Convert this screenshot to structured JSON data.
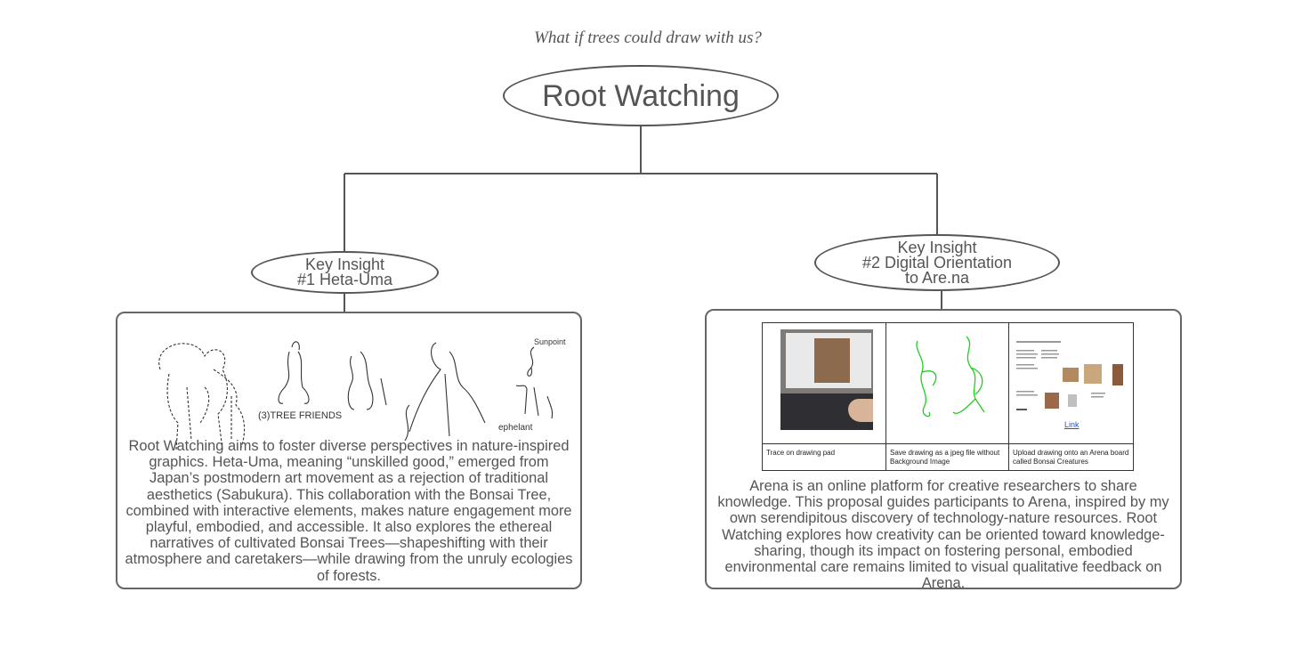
{
  "question": "What if trees could draw with us?",
  "root": {
    "title": "Root Watching"
  },
  "insight1": {
    "lines": [
      "Key Insight",
      "#1 Heta-Uma"
    ],
    "description": "Root Watching aims to foster diverse perspectives in nature-inspired graphics. Heta-Uma, meaning “unskilled good,” emerged from Japan’s postmodern art movement as a rejection of traditional aesthetics (Sabukura). This collaboration with the Bonsai Tree, combined with interactive elements, makes nature engagement more playful, embodied, and accessible. It also explores the ethereal narratives of cultivated Bonsai Trees—shapeshifting with their atmosphere and caretakers—while drawing from the unruly ecologies of forests.",
    "sketch_labels": [
      "(3)TREE FRIENDS",
      "ephelant",
      "Sunpoint"
    ]
  },
  "insight2": {
    "lines": [
      "Key Insight",
      "#2 Digital Orientation",
      "to Are.na"
    ],
    "description": "Arena is an online platform for creative researchers to share knowledge. This proposal guides participants to Arena, inspired by my own serendipitous discovery of technology-nature resources. Root Watching explores how creativity can be oriented toward knowledge-sharing, though its impact on fostering personal, embodied environmental care remains limited to visual qualitative feedback on Arena.",
    "steps": [
      {
        "caption": "Trace on drawing pad"
      },
      {
        "caption": "Save drawing as a jpeg file without Background Image"
      },
      {
        "caption": "Upload drawing onto an Arena board called Bonsai Creatures",
        "link": "Link"
      }
    ]
  },
  "colors": {
    "outline": "#555555",
    "trace_green": "#22cc22",
    "link_blue": "#1a56c4"
  }
}
